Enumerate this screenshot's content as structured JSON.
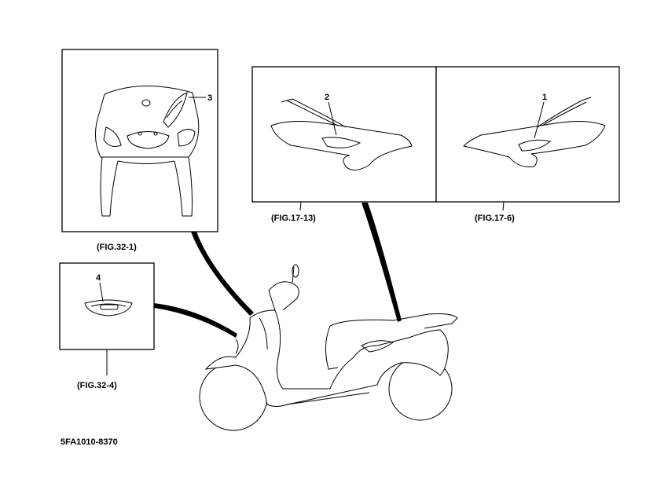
{
  "figures": {
    "fig_32_1": {
      "caption": "(FIG.32-1)",
      "callout": "3"
    },
    "fig_17_13": {
      "caption": "(FIG.17-13)",
      "callout": "2"
    },
    "fig_17_6": {
      "caption": "(FIG.17-6)",
      "callout": "1"
    },
    "fig_32_4": {
      "caption": "(FIG.32-4)",
      "callout": "4"
    }
  },
  "part_code": "5FA1010-8370"
}
